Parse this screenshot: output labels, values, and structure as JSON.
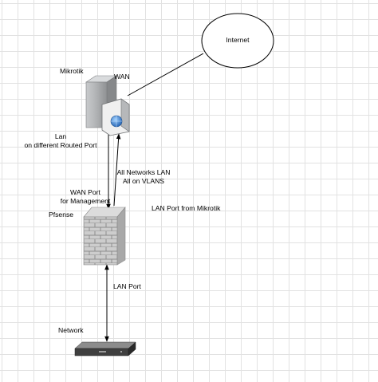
{
  "nodes": {
    "internet": {
      "label": "Internet",
      "shape": "ellipse",
      "icon": "cloud-ellipse"
    },
    "mikrotik": {
      "label": "Mikrotik",
      "icon": "server-tower-icon"
    },
    "pfsense": {
      "label": "Pfsense",
      "icon": "firewall-brick-wall-icon"
    },
    "network": {
      "label": "Network",
      "icon": "rack-switch-icon"
    }
  },
  "labels": {
    "wan": "WAN",
    "lan_routed": "Lan\non different Routed Port",
    "all_networks": "All Networks LAN\nAll on VLANS",
    "wan_port": "WAN Port\nfor Management",
    "lan_port_mikrotik": "LAN Port from Mikrotik",
    "lan_port": "LAN Port"
  },
  "edges": [
    {
      "from": "mikrotik",
      "to": "internet",
      "style": "line"
    },
    {
      "from": "mikrotik",
      "to": "pfsense",
      "style": "arrow",
      "note": "WAN Port for Management"
    },
    {
      "from": "pfsense",
      "to": "mikrotik",
      "style": "arrow",
      "note": "All Networks LAN All on VLANS"
    },
    {
      "from": "pfsense",
      "to": "network",
      "style": "double-arrow",
      "note": "LAN Port"
    }
  ],
  "colors": {
    "grid": "#e2e2e2",
    "line": "#000000",
    "server_body": "#a7a9ab",
    "brick": "#c9c9c9",
    "switch_body": "#4a4a4a",
    "globe": "#3f86d6"
  }
}
